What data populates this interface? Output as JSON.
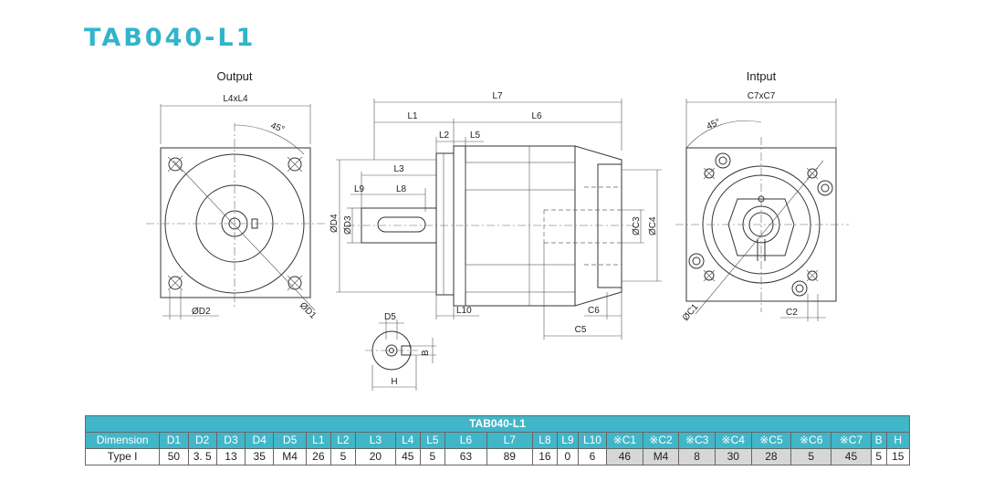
{
  "title": "TAB040-L1",
  "views": {
    "output": "Output",
    "input": "Intput"
  },
  "dims": {
    "l4xl4": "L4xL4",
    "deg45": "45°",
    "d1": "ØD1",
    "d2": "ØD2",
    "l7": "L7",
    "l1": "L1",
    "l6": "L6",
    "l2": "L2",
    "l5": "L5",
    "l3": "L3",
    "l9": "L9",
    "l8": "L8",
    "d4": "ØD4",
    "d3": "ØD3",
    "c3": "ØC3",
    "c4": "ØC4",
    "l10": "L10",
    "c6": "C6",
    "c5": "C5",
    "d5": "D5",
    "b": "B",
    "h": "H",
    "c7xc7": "C7xC7",
    "c1": "ØC1",
    "c2": "C2"
  },
  "table": {
    "caption": "TAB040-L1",
    "headers": [
      "Dimension",
      "D1",
      "D2",
      "D3",
      "D4",
      "D5",
      "L1",
      "L2",
      "L3",
      "L4",
      "L5",
      "L6",
      "L7",
      "L8",
      "L9",
      "L10",
      "※C1",
      "※C2",
      "※C3",
      "※C4",
      "※C5",
      "※C6",
      "※C7",
      "B",
      "H"
    ],
    "rows": [
      {
        "cells": [
          "Type I",
          "50",
          "3. 5",
          "13",
          "35",
          "M4",
          "26",
          "5",
          "20",
          "45",
          "5",
          "63",
          "89",
          "16",
          "0",
          "6",
          "46",
          "M4",
          "8",
          "30",
          "28",
          "5",
          "45",
          "5",
          "15"
        ]
      }
    ]
  },
  "colors": {
    "accent": "#31b4cc",
    "header_bg": "#41b6c9",
    "motor_cell_bg": "#d7d7d7"
  }
}
